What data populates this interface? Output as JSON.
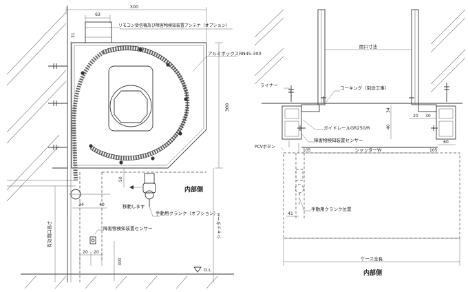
{
  "left": {
    "dims": {
      "d300top": "300",
      "d63": "63",
      "d31": "31",
      "d300side": "300",
      "d50": "50",
      "d34": "34",
      "d40": "40",
      "d20a": "20",
      "d20b": "20",
      "d300low": "300"
    },
    "labels": {
      "remote": "リモコン受信機及び障害物検知装置アンテナ（オプション）",
      "box": "アルミボックスRN45-300",
      "inside": "内部側",
      "move": "移動します",
      "crank": "手動用クランク（オプション）",
      "sensor": "障害物検知装置センサー",
      "shutter_h": "シャッターH",
      "opening_h": "有効開口高さ",
      "gl": "G.L"
    }
  },
  "right": {
    "dims": {
      "d34": "34",
      "d40": "40",
      "d20": "20",
      "d30": "30",
      "d60": "60",
      "d105a": "105",
      "d105b": "105",
      "d41": "41"
    },
    "labels": {
      "opening": "開口寸法",
      "liner": "ライナー",
      "caulking": "コーキング（別途工事）",
      "guide": "ガイドレールGR250/R",
      "sensor": "障害物検知装置センサー",
      "pcv": "PCVボタン",
      "shutter_w": "シャッターW",
      "crank_pos": "手動用クランク位置",
      "case_width": "ケース全長",
      "inside": "内部側"
    }
  }
}
